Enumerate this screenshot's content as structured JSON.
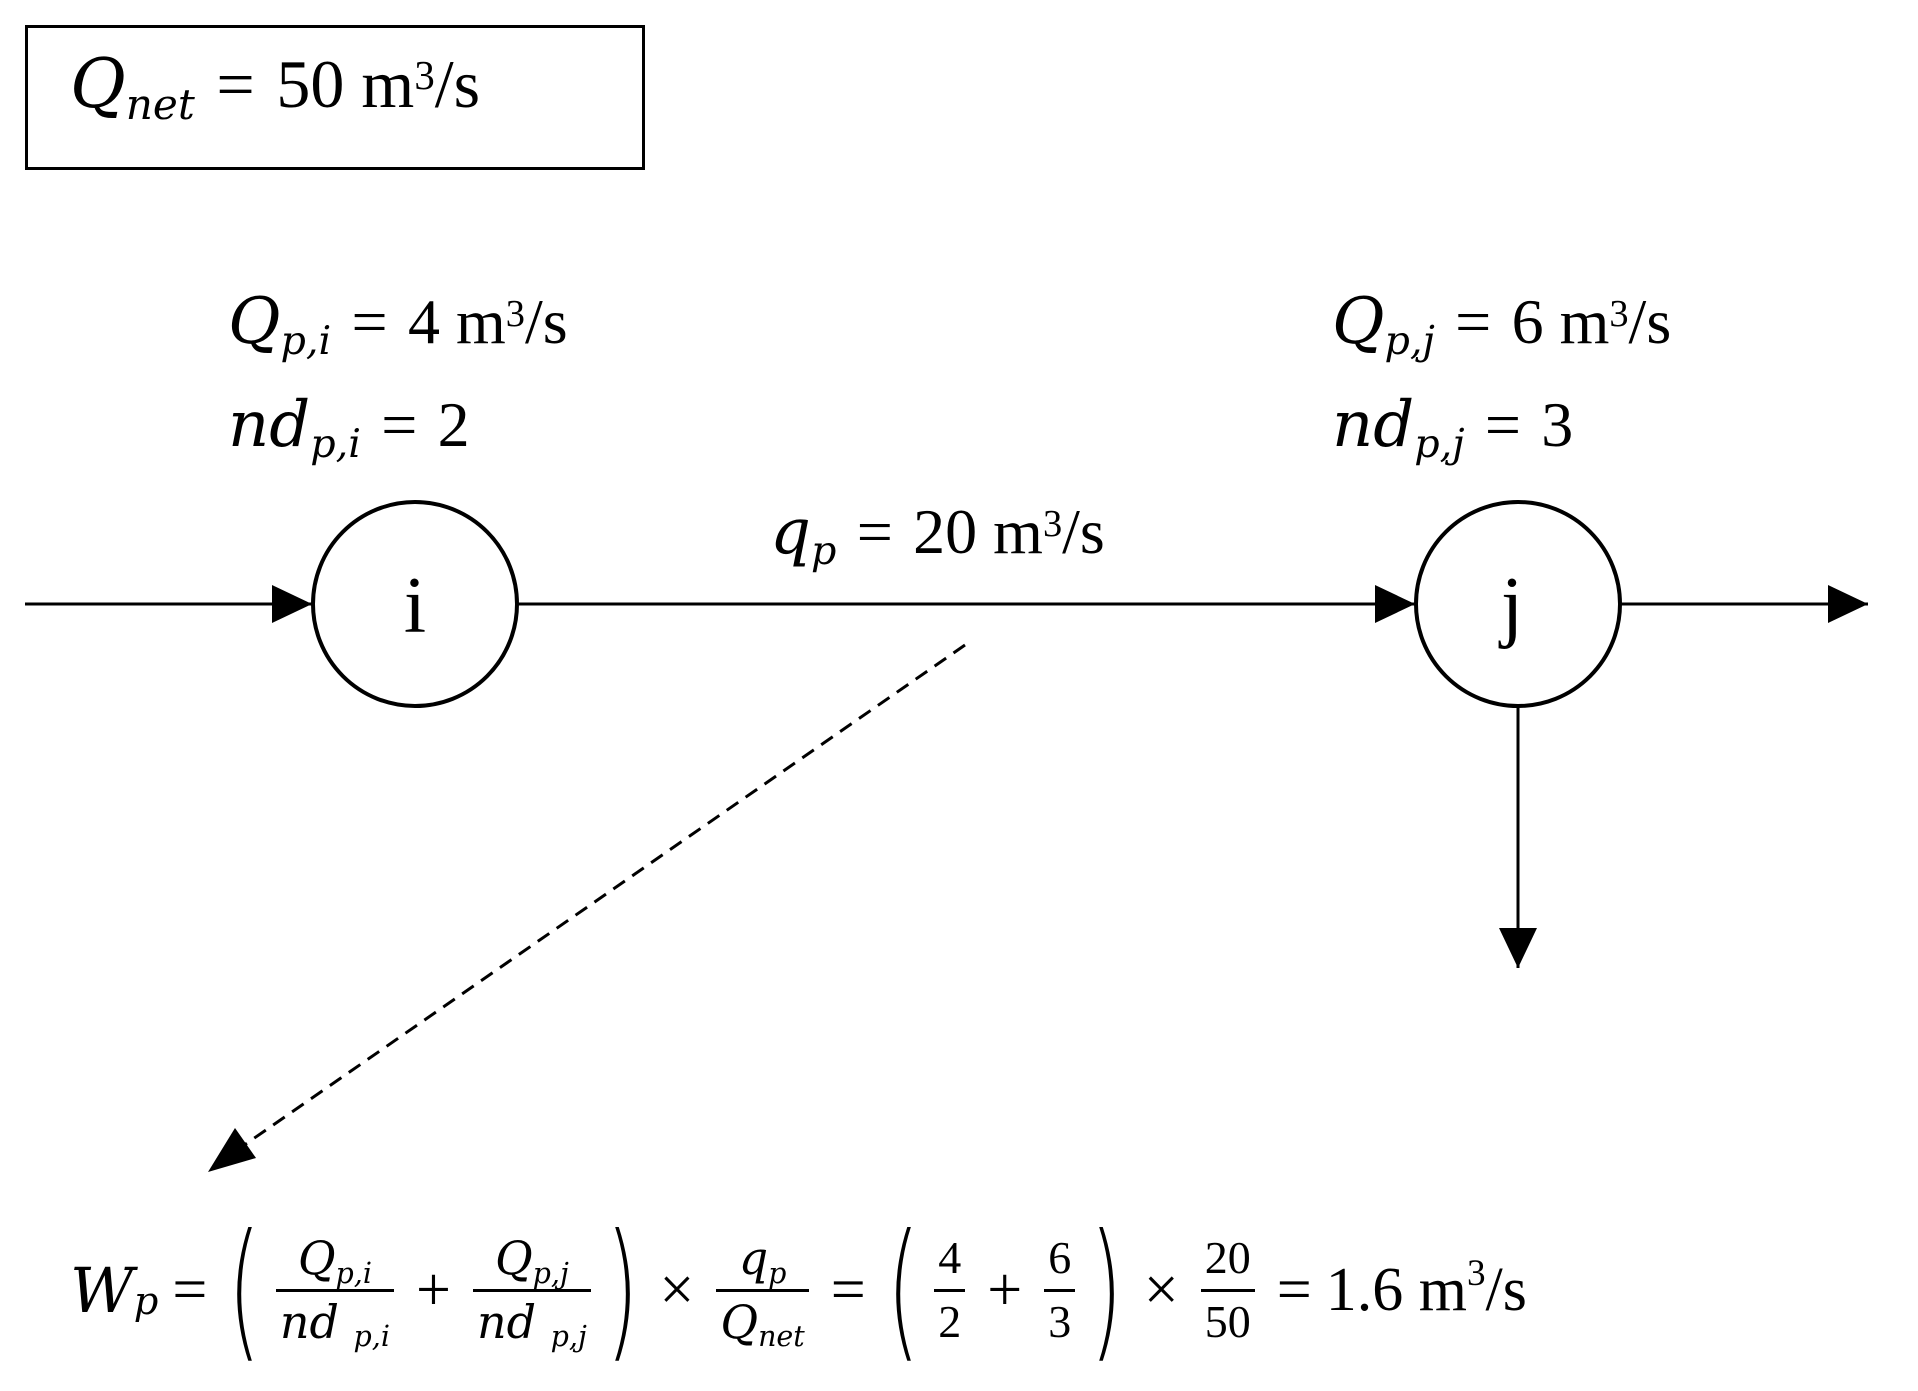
{
  "net_flow": {
    "symbol": "Q",
    "sub": "net",
    "rel": "=",
    "value": "50 m",
    "unit_exp": "3",
    "unit_tail": "/s"
  },
  "node_i": {
    "label": "i",
    "Q": {
      "symbol": "Q",
      "sub": "p,i",
      "rel": "=",
      "value": "4 m",
      "unit_exp": "3",
      "unit_tail": "/s"
    },
    "nd": {
      "symbol": "nd",
      "sub": "p,i",
      "rel": "=",
      "value": "2"
    }
  },
  "node_j": {
    "label": "j",
    "Q": {
      "symbol": "Q",
      "sub": "p,j",
      "rel": "=",
      "value": "6 m",
      "unit_exp": "3",
      "unit_tail": "/s"
    },
    "nd": {
      "symbol": "nd",
      "sub": "p,j",
      "rel": "=",
      "value": "3"
    }
  },
  "pipe_flow": {
    "symbol": "q",
    "sub": "p",
    "rel": "=",
    "value": "20 m",
    "unit_exp": "3",
    "unit_tail": "/s"
  },
  "formula": {
    "lhs": "W",
    "lhs_sub": "p",
    "eq": "=",
    "t1_num": "Q",
    "t1_num_sub": "p,i",
    "t1_den": "nd",
    "t1_den_sub": "p,i",
    "plus": "+",
    "t2_num": "Q",
    "t2_num_sub": "p,j",
    "t2_den": "nd",
    "t2_den_sub": "p,j",
    "times": "×",
    "r_num": "q",
    "r_num_sub": "p",
    "r_den": "Q",
    "r_den_sub": "net",
    "eq2": "=",
    "n1_num": "4",
    "n1_den": "2",
    "n2_num": "6",
    "n2_den": "3",
    "n_r_num": "20",
    "n_r_den": "50",
    "eq3": "=",
    "result": "1.6 m",
    "result_exp": "3",
    "result_tail": "/s",
    "lparen": "(",
    "rparen": ")"
  }
}
